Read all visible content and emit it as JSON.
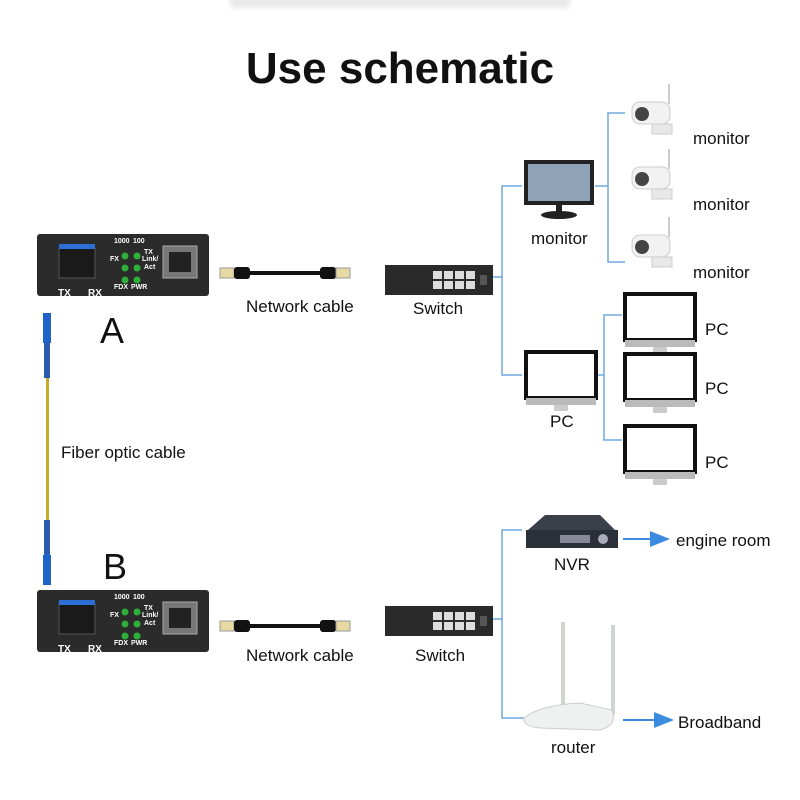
{
  "header": {
    "faded_top_text": "",
    "title": "Use schematic"
  },
  "converter": {
    "port_tx": "TX",
    "port_rx": "RX",
    "led_1000": "1000",
    "led_100": "100",
    "led_tx": "TX",
    "led_fx": "FX",
    "led_link": "Link/",
    "led_act": "Act",
    "led_fdx": "FDX",
    "led_pwr": "PWR"
  },
  "side_a": {
    "letter": "A",
    "cable_label": "Network cable",
    "switch_label": "Switch"
  },
  "side_b": {
    "letter": "B",
    "cable_label": "Network cable",
    "switch_label": "Switch"
  },
  "fiber": {
    "label": "Fiber optic cable"
  },
  "branch_a": {
    "monitor_label": "monitor",
    "cameras": [
      {
        "label": "monitor"
      },
      {
        "label": "monitor"
      },
      {
        "label": "monitor"
      }
    ],
    "pc_label": "PC",
    "pcs": [
      {
        "label": "PC"
      },
      {
        "label": "PC"
      },
      {
        "label": "PC"
      }
    ]
  },
  "branch_b": {
    "nvr_label": "NVR",
    "nvr_target": "engine room",
    "router_label": "router",
    "router_target": "Broadband"
  },
  "colors": {
    "line": "#6fa8e0",
    "arrow": "#3d8be0",
    "led": "#2fae3a",
    "device": "#2a2a2a",
    "sfp": "#2c6fd6"
  }
}
